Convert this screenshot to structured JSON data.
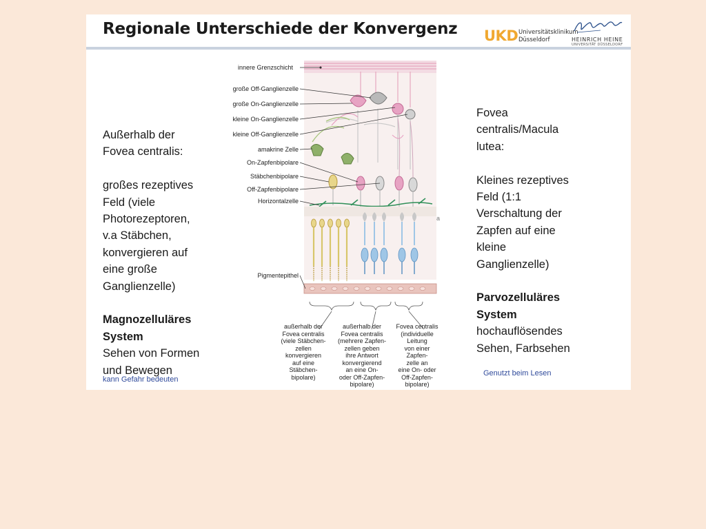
{
  "title": "Regionale Unterschiede der Konvergenz",
  "logos": {
    "ukd_letters": "UKD",
    "ukd_line1": "Universitätsklinikum",
    "ukd_line2": "Düsseldorf",
    "hhu_name": "HEINRICH HEINE",
    "hhu_uni": "UNIVERSITÄT DÜSSELDORF"
  },
  "left": {
    "heading": [
      "Außerhalb der",
      "Fovea centralis:"
    ],
    "body": [
      "großes rezeptives",
      "Feld (viele",
      "Photorezeptoren,",
      "v.a Stäbchen,",
      "konvergieren auf",
      "eine große",
      "Ganglienzelle)"
    ],
    "system": [
      "Magnozelluläres",
      "System"
    ],
    "function": [
      "Sehen von Formen",
      "und Bewegen"
    ],
    "note": "kann Gefahr bedeuten"
  },
  "right": {
    "heading": [
      "Fovea",
      "centralis/Macula",
      "lutea:"
    ],
    "body": [
      "Kleines rezeptives",
      "Feld (1:1",
      "Verschaltung der",
      "Zapfen auf eine",
      "kleine",
      "Ganglienzelle)"
    ],
    "system": [
      "Parvozelluläres",
      "System"
    ],
    "function": [
      "hochauflösendes",
      "Sehen, Farbsehen"
    ],
    "note": "Genutzt beim Lesen"
  },
  "figure": {
    "labels": [
      "innere Grenzschicht",
      "große Off-Ganglienzelle",
      "große On-Ganglienzelle",
      "kleine On-Ganglienzelle",
      "kleine Off-Ganglienzelle",
      "amakrine Zelle",
      "On-Zapfenbipolare",
      "Stäbchenbipolare",
      "Off-Zapfenbipolare",
      "Horizontalzelle",
      "Pigmentepithel"
    ],
    "stray_letter": "a",
    "columns": [
      [
        "außerhalb der",
        "Fovea centralis",
        "(viele Stäbchen-",
        "zellen",
        "konvergieren",
        "auf eine",
        "Stäbchen-",
        "bipolare)"
      ],
      [
        "außerhalb der",
        "Fovea centralis",
        "(mehrere Zapfen-",
        "zellen geben",
        "ihre Antwort",
        "konvergierend",
        "an eine On-",
        "oder Off-Zapfen-",
        "bipolare)"
      ],
      [
        "Fovea centralis",
        "(individuelle",
        "Leitung",
        "von einer",
        "Zapfen-",
        "zelle an",
        "eine On- oder",
        "Off-Zapfen-",
        "bipolare)"
      ]
    ],
    "colors": {
      "rod": "#e8d68a",
      "cone": "#9fc6e6",
      "pink": "#e7a3c3",
      "gray": "#b9b9b9",
      "green": "#8fb06a",
      "pigment": "#e9c4bd"
    }
  }
}
